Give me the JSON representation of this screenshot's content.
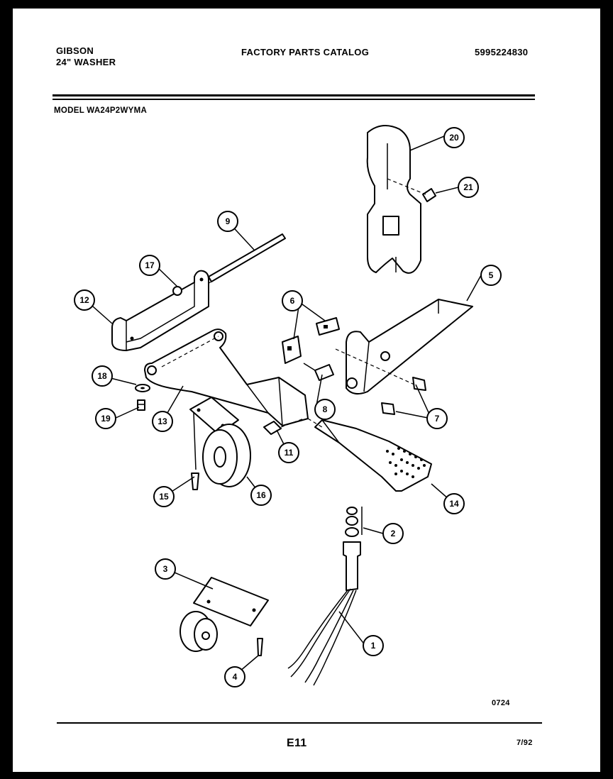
{
  "header": {
    "brand": "GIBSON",
    "product": "24\" WASHER",
    "catalog_title": "FACTORY PARTS CATALOG",
    "part_number": "5995224830"
  },
  "model_label": "MODEL WA24P2WYMA",
  "callouts": [
    "1",
    "2",
    "3",
    "4",
    "5",
    "6",
    "6",
    "7",
    "8",
    "9",
    "11",
    "12",
    "13",
    "14",
    "15",
    "16",
    "17",
    "18",
    "19",
    "20",
    "21"
  ],
  "footer": {
    "drawing_code": "0724",
    "page_code": "E11",
    "date": "7/92"
  }
}
